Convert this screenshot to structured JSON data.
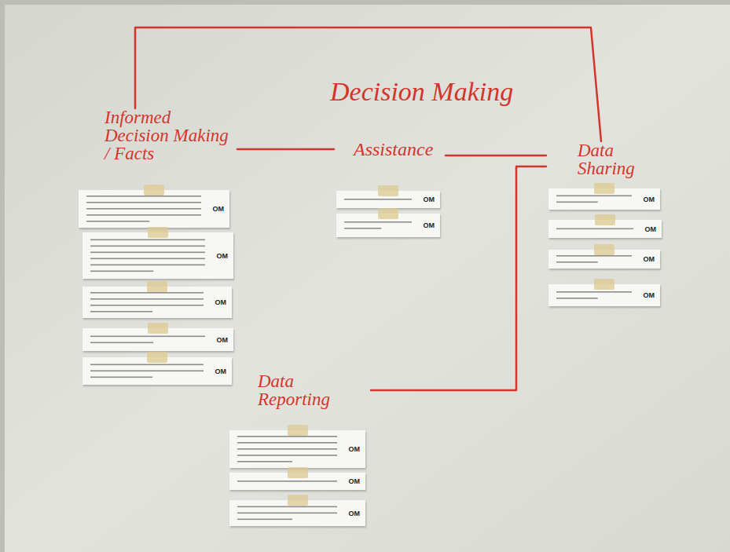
{
  "diagram": {
    "title": "Decision Making",
    "nodes": [
      {
        "text": [
          "Informed Decision Making / Facts"
        ]
      },
      {
        "text": [
          "OM"
        ],
        "in": 0
      },
      {
        "text": [
          "OM"
        ],
        "in": 0
      },
      {
        "text": [
          "OM"
        ],
        "in": 0
      },
      {
        "text": [
          "OM"
        ],
        "in": 0
      },
      {
        "text": [
          "OM"
        ],
        "in": 0
      },
      {
        "text": [
          "Assistance"
        ]
      },
      {
        "text": [
          "OM"
        ],
        "in": 6
      },
      {
        "text": [
          "OM"
        ],
        "in": 6
      },
      {
        "text": [
          "Data Sharing"
        ]
      },
      {
        "text": [
          "OM"
        ],
        "in": 9
      },
      {
        "text": [
          "OM"
        ],
        "in": 9
      },
      {
        "text": [
          "OM"
        ],
        "in": 9
      },
      {
        "text": [
          "OM"
        ],
        "in": 9
      },
      {
        "text": [
          "Data Reporting"
        ]
      },
      {
        "text": [
          "OM"
        ],
        "in": 14
      },
      {
        "text": [
          "OM"
        ],
        "in": 14
      },
      {
        "text": [
          "OM"
        ],
        "in": 14
      }
    ],
    "edges": [
      {
        "from": 0,
        "to": 6,
        "arrow": "none"
      },
      {
        "from": 6,
        "to": 9,
        "arrow": "none"
      },
      {
        "from": 0,
        "to": 9,
        "arrow": "none"
      },
      {
        "from": 9,
        "to": 14,
        "arrow": "none"
      }
    ]
  }
}
